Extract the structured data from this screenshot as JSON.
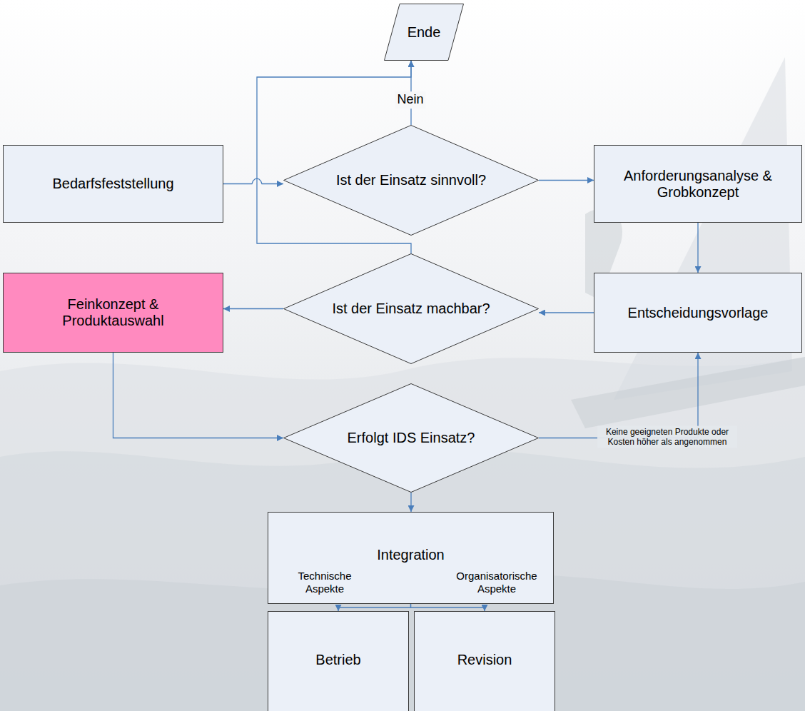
{
  "diagram": {
    "nodes": [
      {
        "text": [
          "Ende"
        ]
      },
      {
        "text": [
          "Bedarfsfeststellung"
        ]
      },
      {
        "text": [
          "Ist der Einsatz sinnvoll?"
        ]
      },
      {
        "text": [
          "Anforderungsanalyse & Grobkonzept"
        ]
      },
      {
        "text": [
          "Feinkonzept & Produktauswahl"
        ]
      },
      {
        "text": [
          "Ist der Einsatz machbar?"
        ]
      },
      {
        "text": [
          "Entscheidungsvorlage"
        ]
      },
      {
        "text": [
          "Erfolgt IDS Einsatz?"
        ]
      },
      {
        "text": [
          "Integration",
          "Technische Aspekte",
          "Organisatorische Aspekte"
        ]
      },
      {
        "text": [
          "Betrieb"
        ]
      },
      {
        "text": [
          "Revision"
        ]
      }
    ],
    "edges": [
      {
        "from": 1,
        "to": 2,
        "arrow": "to"
      },
      {
        "from": 2,
        "to": 0,
        "label": "Nein",
        "arrow": "to"
      },
      {
        "from": 5,
        "to": 0,
        "arrow": "to"
      },
      {
        "from": 2,
        "to": 3,
        "arrow": "to"
      },
      {
        "from": 3,
        "to": 6,
        "arrow": "to"
      },
      {
        "from": 6,
        "to": 5,
        "arrow": "to"
      },
      {
        "from": 5,
        "to": 4,
        "arrow": "to"
      },
      {
        "from": 4,
        "to": 7,
        "arrow": "to"
      },
      {
        "from": 7,
        "to": 6,
        "label": "Keine geeigneten Produkte oder Kosten höher als angenommen",
        "arrow": "to"
      },
      {
        "from": 7,
        "to": 8,
        "arrow": "to"
      },
      {
        "from": 8,
        "to": 9,
        "arrow": "to"
      },
      {
        "from": 8,
        "to": 10,
        "arrow": "to"
      }
    ]
  }
}
